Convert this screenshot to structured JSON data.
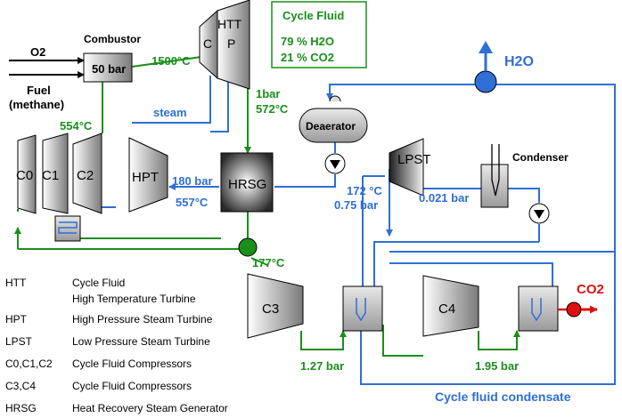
{
  "colors": {
    "green": "#1a8f1a",
    "blue": "#2f6fd6",
    "red": "#e01010",
    "black": "#000000"
  },
  "inputs": {
    "o2": "O2",
    "fuel_line1": "Fuel",
    "fuel_line2": "(methane)"
  },
  "combustor": {
    "title": "Combustor",
    "pressure": "50 bar"
  },
  "htt": {
    "top": "HTT",
    "left": "C",
    "right": "P"
  },
  "cycle_fluid_box": {
    "title": "Cycle Fluid",
    "line1": "79 % H2O",
    "line2": "21 % CO2"
  },
  "temps": {
    "combustor_out": "1500°C",
    "compressor_out": "554°C",
    "htt_out_p": "1bar",
    "htt_out_t": "572°C",
    "hrsg_out": "177°C",
    "lpst_in_t": "172 °C",
    "lpst_in_p": "0.75 bar",
    "steam_p": "180 bar",
    "steam_t": "557°C",
    "lpst_out_p": "0.021 bar",
    "c3_out_p": "1.27 bar",
    "c4_out_p": "1.95 bar"
  },
  "labels": {
    "steam": "steam",
    "h2o": "H2O",
    "co2": "CO2",
    "deaerator": "Deaerator",
    "condenser": "Condenser",
    "hrsg": "HRSG",
    "hpt": "HPT",
    "lpst": "LPST",
    "c0": "C0",
    "c1": "C1",
    "c2": "C2",
    "c3": "C3",
    "c4": "C4",
    "condensate": "Cycle fluid condensate"
  },
  "legend": [
    {
      "abbr": "HTT",
      "desc": "Cycle Fluid",
      "desc2": "High Temperature Turbine"
    },
    {
      "abbr": "HPT",
      "desc": "High Pressure Steam Turbine"
    },
    {
      "abbr": "LPST",
      "desc": "Low Pressure Steam Turbine"
    },
    {
      "abbr": "C0,C1,C2",
      "desc": "Cycle Fluid Compressors"
    },
    {
      "abbr": "C3,C4",
      "desc": "Cycle Fluid Compressors"
    },
    {
      "abbr": "HRSG",
      "desc": "Heat Recovery Steam Generator"
    }
  ]
}
